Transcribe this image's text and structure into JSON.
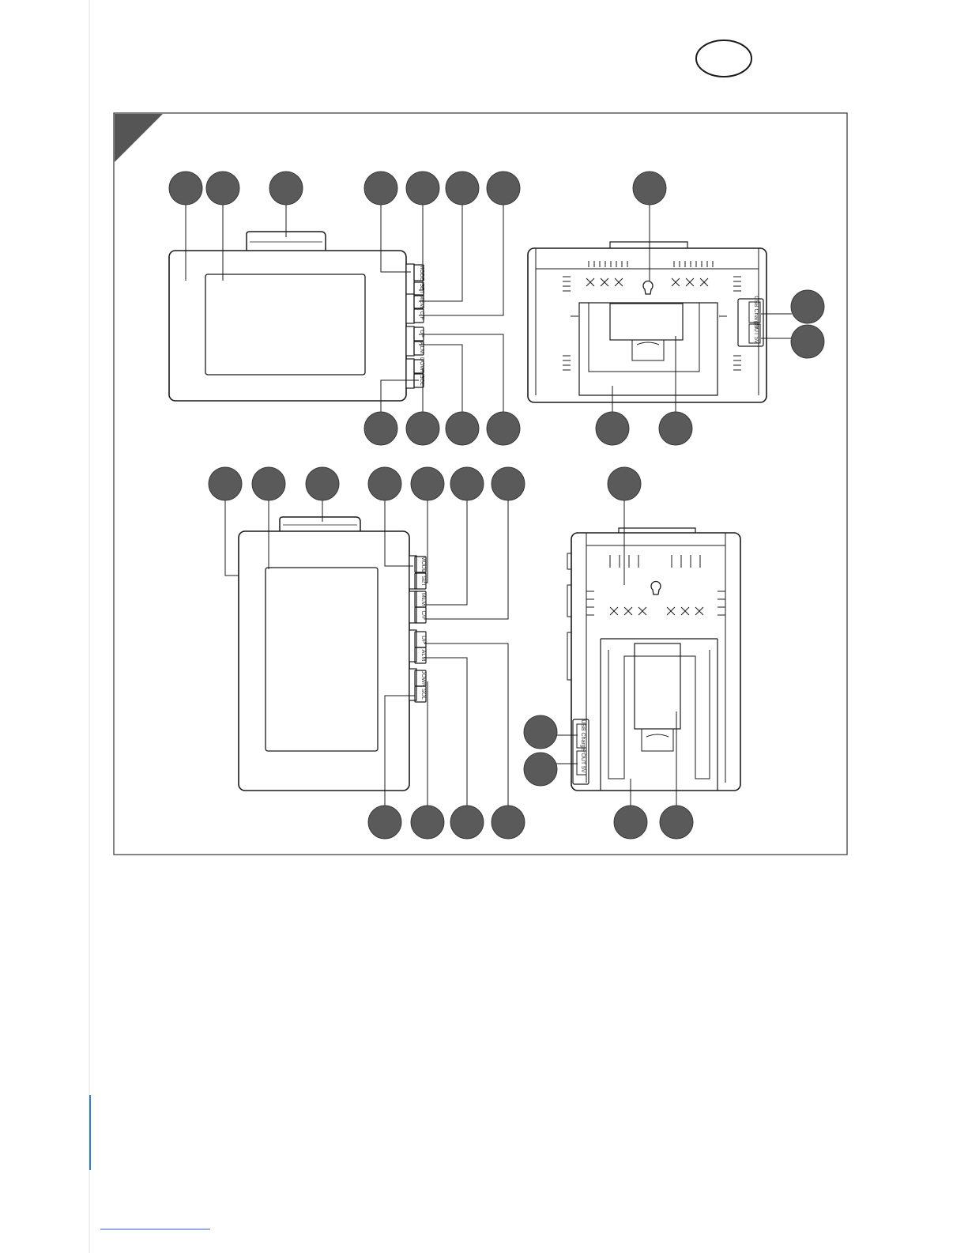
{
  "colors": {
    "callout_fill": "#5a5a5a",
    "ink": "#1a1a1a",
    "panel_border": "#333333",
    "corner_tab": "#555555",
    "accent_line": "#2b7fd4",
    "link_underline": "#3a5bc7"
  },
  "language_badge": "",
  "buttons_front": [
    "MODE",
    "SET",
    "MEM",
    "C/F",
    "UP",
    "ALM",
    "DOWN",
    "SOL"
  ],
  "back_ports": [
    "USB Charger",
    "OUT 5V"
  ]
}
